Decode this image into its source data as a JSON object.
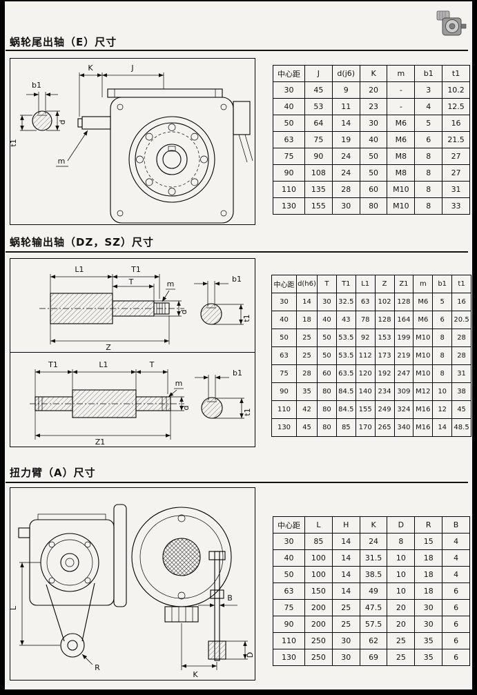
{
  "section_e": {
    "title": "蜗轮尾出轴（E）尺寸",
    "labels": {
      "K": "K",
      "J": "J",
      "b1": "b1",
      "d": "d",
      "t1": "t1",
      "m": "m"
    },
    "table": {
      "headers": [
        "中心距",
        "J",
        "d(j6)",
        "K",
        "m",
        "b1",
        "t1"
      ],
      "rows": [
        [
          "30",
          "45",
          "9",
          "20",
          "-",
          "3",
          "10.2"
        ],
        [
          "40",
          "53",
          "11",
          "23",
          "-",
          "4",
          "12.5"
        ],
        [
          "50",
          "64",
          "14",
          "30",
          "M6",
          "5",
          "16"
        ],
        [
          "63",
          "75",
          "19",
          "40",
          "M6",
          "6",
          "21.5"
        ],
        [
          "75",
          "90",
          "24",
          "50",
          "M8",
          "8",
          "27"
        ],
        [
          "90",
          "108",
          "24",
          "50",
          "M8",
          "8",
          "27"
        ],
        [
          "110",
          "135",
          "28",
          "60",
          "M10",
          "8",
          "31"
        ],
        [
          "130",
          "155",
          "30",
          "80",
          "M10",
          "8",
          "33"
        ]
      ]
    }
  },
  "section_dz": {
    "title": "蜗轮输出轴（DZ，SZ）尺寸",
    "labels_dz": {
      "L1": "L1",
      "T1": "T1",
      "T": "T",
      "m": "m",
      "d": "d",
      "Z": "Z",
      "b1": "b1",
      "t1": "t1"
    },
    "labels_sz": {
      "T1": "T1",
      "L1": "L1",
      "T": "T",
      "m": "m",
      "d": "d",
      "Z1": "Z1",
      "b1": "b1",
      "t1": "t1"
    },
    "table": {
      "headers": [
        "中心距",
        "d(h6)",
        "T",
        "T1",
        "L1",
        "Z",
        "Z1",
        "m",
        "b1",
        "t1"
      ],
      "rows": [
        [
          "30",
          "14",
          "30",
          "32.5",
          "63",
          "102",
          "128",
          "M6",
          "5",
          "16"
        ],
        [
          "40",
          "18",
          "40",
          "43",
          "78",
          "128",
          "164",
          "M6",
          "6",
          "20.5"
        ],
        [
          "50",
          "25",
          "50",
          "53.5",
          "92",
          "153",
          "199",
          "M10",
          "8",
          "28"
        ],
        [
          "63",
          "25",
          "50",
          "53.5",
          "112",
          "173",
          "219",
          "M10",
          "8",
          "28"
        ],
        [
          "75",
          "28",
          "60",
          "63.5",
          "120",
          "192",
          "247",
          "M10",
          "8",
          "31"
        ],
        [
          "90",
          "35",
          "80",
          "84.5",
          "140",
          "234",
          "309",
          "M12",
          "10",
          "38"
        ],
        [
          "110",
          "42",
          "80",
          "84.5",
          "155",
          "249",
          "324",
          "M16",
          "12",
          "45"
        ],
        [
          "130",
          "45",
          "80",
          "85",
          "170",
          "265",
          "340",
          "M16",
          "14",
          "48.5"
        ]
      ]
    }
  },
  "section_a": {
    "title": "扭力臂（A）尺寸",
    "labels": {
      "L": "L",
      "R": "R",
      "K": "K",
      "B": "B",
      "D": "D"
    },
    "table": {
      "headers": [
        "中心距",
        "L",
        "H",
        "K",
        "D",
        "R",
        "B"
      ],
      "rows": [
        [
          "30",
          "85",
          "14",
          "24",
          "8",
          "15",
          "4"
        ],
        [
          "40",
          "100",
          "14",
          "31.5",
          "10",
          "18",
          "4"
        ],
        [
          "50",
          "100",
          "14",
          "38.5",
          "10",
          "18",
          "4"
        ],
        [
          "63",
          "150",
          "14",
          "49",
          "10",
          "18",
          "6"
        ],
        [
          "75",
          "200",
          "25",
          "47.5",
          "20",
          "30",
          "6"
        ],
        [
          "90",
          "200",
          "25",
          "57.5",
          "20",
          "30",
          "6"
        ],
        [
          "110",
          "250",
          "30",
          "62",
          "25",
          "35",
          "6"
        ],
        [
          "130",
          "250",
          "30",
          "69",
          "25",
          "35",
          "6"
        ]
      ]
    }
  }
}
